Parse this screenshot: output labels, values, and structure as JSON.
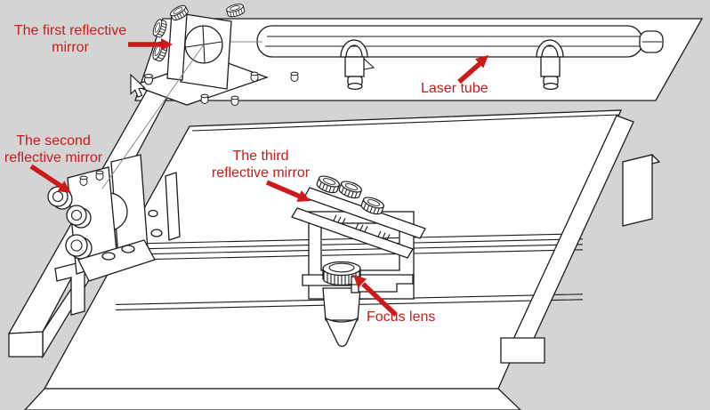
{
  "diagram": {
    "subject": "Laser engraving machine optical path diagram",
    "colors": {
      "background": "#d4d4d4",
      "drawing_fill": "#ffffff",
      "drawing_line": "#1c1c1c",
      "annotation_red": "#cc1a1a"
    },
    "cursor": {
      "type": "arrow-pointer"
    }
  },
  "labels": {
    "first_mirror": {
      "line1": "The first reflective",
      "line2": "mirror"
    },
    "second_mirror": {
      "line1": "The second",
      "line2": "reflective mirror"
    },
    "third_mirror": {
      "line1": "The third",
      "line2": "reflective mirror"
    },
    "laser_tube": {
      "line1": "Laser tube"
    },
    "focus_lens": {
      "line1": "Focus lens"
    }
  }
}
